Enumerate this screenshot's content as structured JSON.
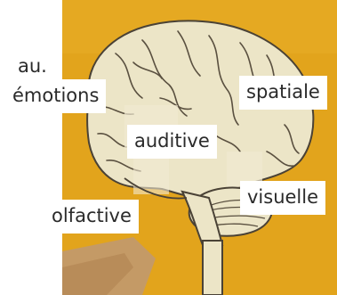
{
  "photo": {
    "subject": "brain-cutout",
    "colors": {
      "wall": "#e2a41c",
      "brain": "#ece5c7",
      "outline": "#4a4236",
      "table": "#c49a66",
      "label_bg": "#ffffff",
      "text": "#2a2a2a"
    }
  },
  "fragment_text": "au.",
  "labels": {
    "emotions": "émotions",
    "spatiale": "spatiale",
    "auditive": "auditive",
    "visuelle": "visuelle",
    "olfactive": "olfactive"
  }
}
